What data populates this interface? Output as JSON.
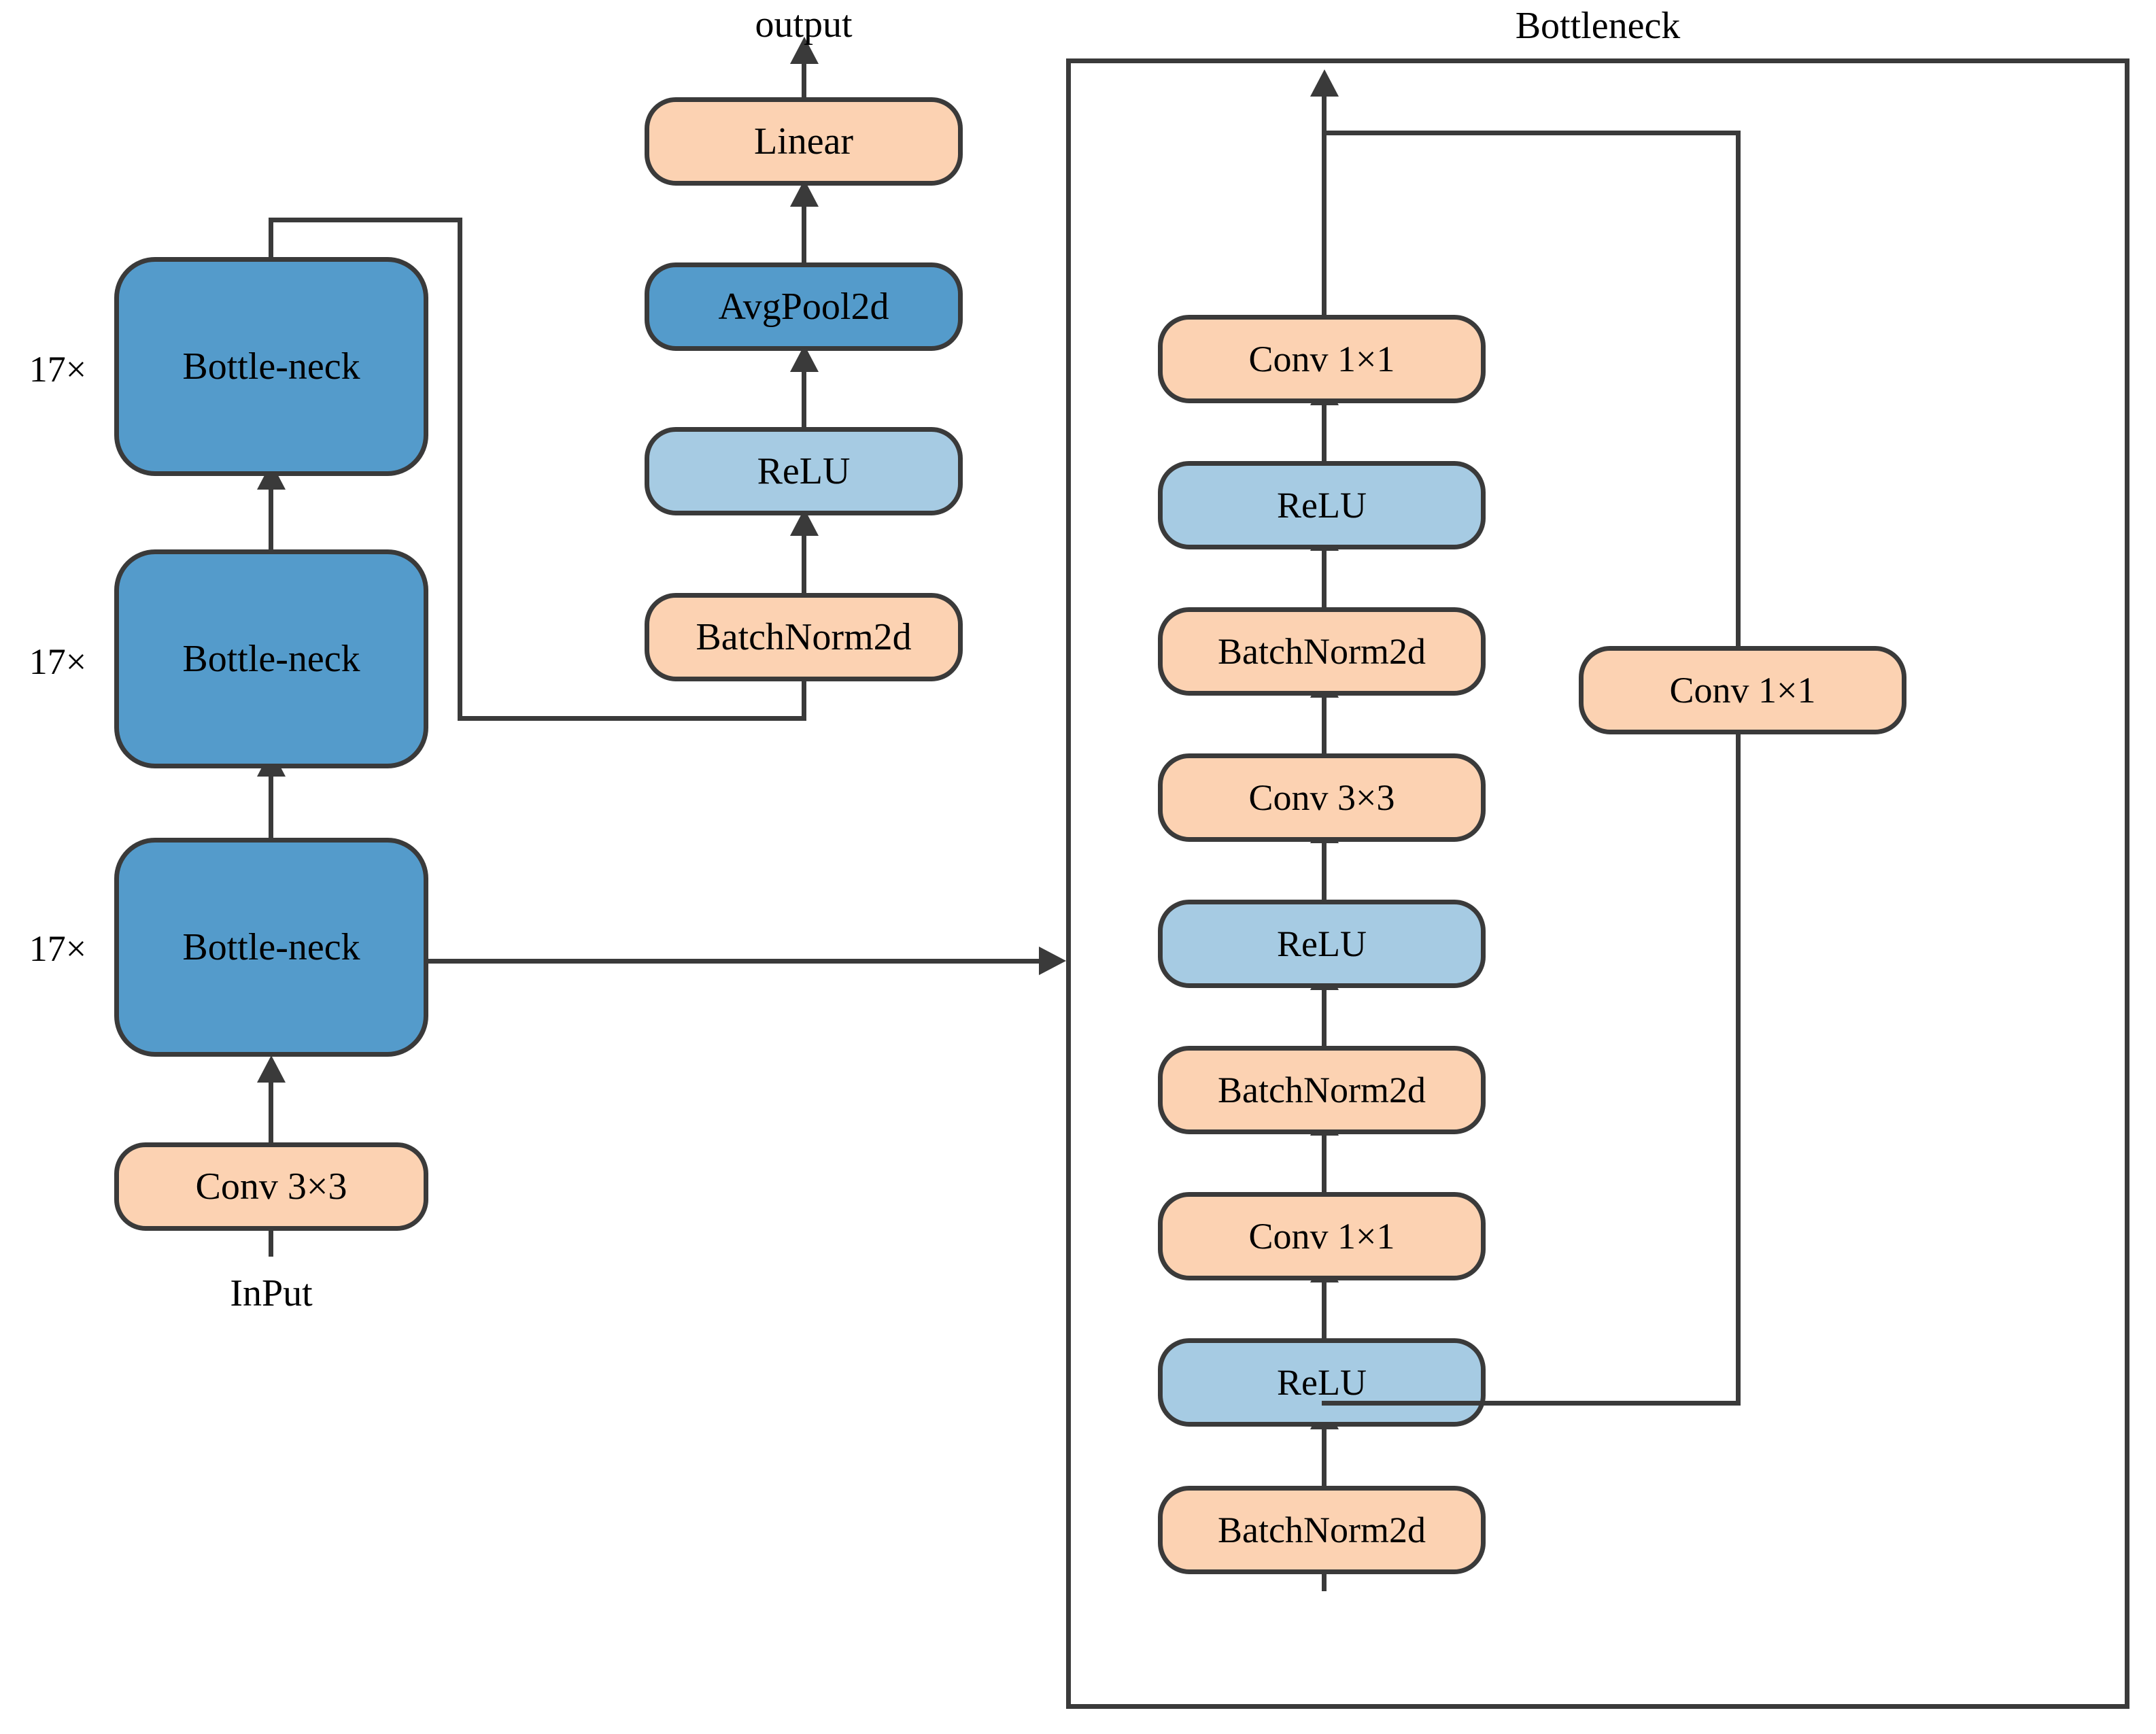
{
  "diagram": {
    "title": "ResNet-style backbone with Bottleneck detail",
    "colors": {
      "orange": "#FCD2B2",
      "light_blue": "#A6CBE3",
      "dark_blue": "#549BCB",
      "stroke": "#3A3A3A",
      "background": "#FFFFFF"
    }
  },
  "backbone": {
    "input_label": "InPut",
    "output_label": "output",
    "repeat_labels": [
      "17×",
      "17×",
      "17×"
    ],
    "stages": [
      {
        "label": "Conv  3×3",
        "style": "orange"
      },
      {
        "label": "Bottle-neck",
        "style": "dark_blue",
        "repeat": "17×"
      },
      {
        "label": "Bottle-neck",
        "style": "dark_blue",
        "repeat": "17×"
      },
      {
        "label": "Bottle-neck",
        "style": "dark_blue",
        "repeat": "17×"
      }
    ],
    "head": [
      {
        "label": "BatchNorm2d",
        "style": "orange"
      },
      {
        "label": "ReLU",
        "style": "light_blue"
      },
      {
        "label": "AvgPool2d",
        "style": "dark_blue"
      },
      {
        "label": "Linear",
        "style": "orange"
      }
    ]
  },
  "bottleneck": {
    "title": "Bottleneck",
    "main_path": [
      {
        "label": "BatchNorm2d",
        "style": "orange"
      },
      {
        "label": "ReLU",
        "style": "light_blue"
      },
      {
        "label": "Conv 1×1",
        "style": "orange"
      },
      {
        "label": "BatchNorm2d",
        "style": "orange"
      },
      {
        "label": "ReLU",
        "style": "light_blue"
      },
      {
        "label": "Conv 3×3",
        "style": "orange"
      },
      {
        "label": "BatchNorm2d",
        "style": "orange"
      },
      {
        "label": "ReLU",
        "style": "light_blue"
      },
      {
        "label": "Conv 1×1",
        "style": "orange"
      }
    ],
    "shortcut_path": [
      {
        "label": "Conv 1×1",
        "style": "orange"
      }
    ]
  }
}
